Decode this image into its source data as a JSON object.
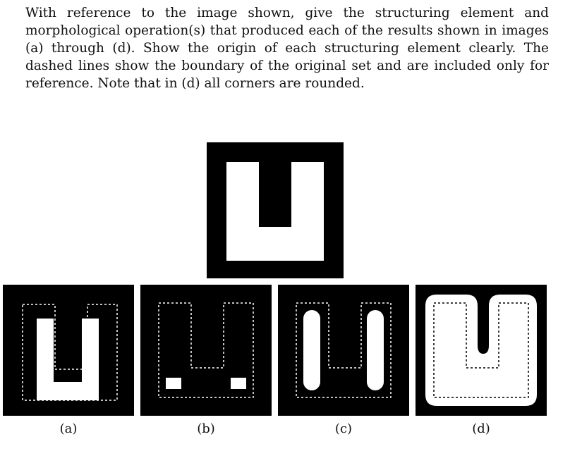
{
  "paragraph": "With reference to the image shown, give the structuring element and morphological operation(s) that produced each of the results shown in images (a) through (d). Show the origin of each structuring element clearly. The dashed lines show the boundary of the original set and are included only for reference. Note that in (d) all corners are rounded.",
  "captions": [
    "(a)",
    "(b)",
    "(c)",
    "(d)"
  ],
  "colors": {
    "background": "#000000",
    "foreground": "#ffffff",
    "dashed": "#ffffff"
  }
}
